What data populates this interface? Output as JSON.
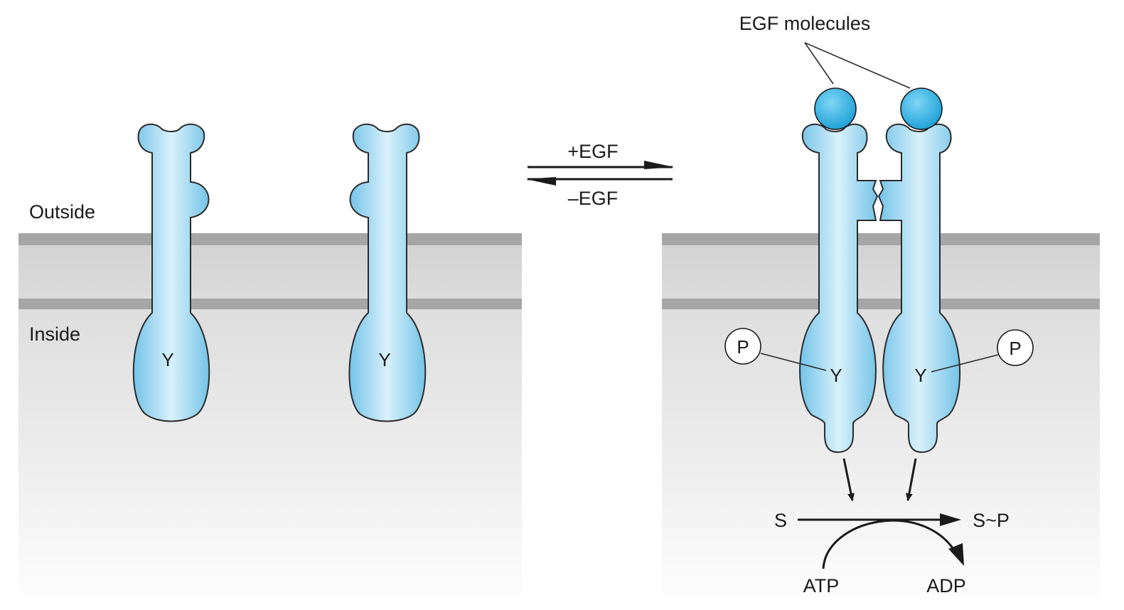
{
  "labels": {
    "outside": "Outside",
    "inside": "Inside",
    "plus_egf": "+EGF",
    "minus_egf": "–EGF",
    "egf_molecules": "EGF molecules",
    "residue": "Y",
    "phosphate": "P",
    "substrate": "S",
    "product": "S~P",
    "atp": "ATP",
    "adp": "ADP"
  },
  "colors": {
    "receptor_fill": "#8fd0ee",
    "receptor_highlight": "#d8f1fb",
    "receptor_stroke": "#2b2b2b",
    "egf_fill": "#2aaee0",
    "membrane_band": "#a6a6a6",
    "cytoplasm_top": "#dcdcdc",
    "cytoplasm_bottom": "#ffffff"
  }
}
